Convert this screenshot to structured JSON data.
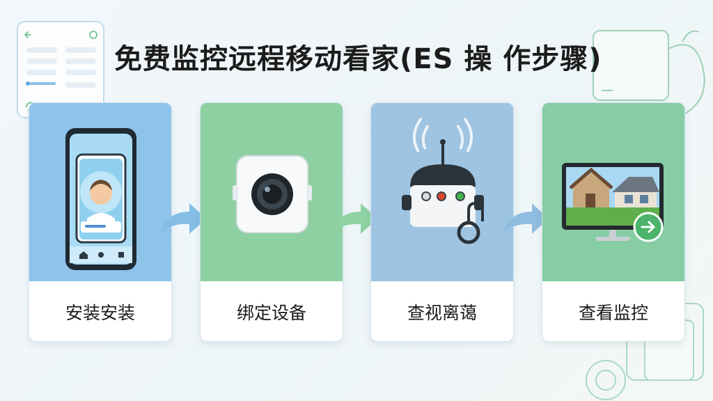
{
  "title": "免费监控远程移动看家(ES 操 作步骤)",
  "steps": [
    {
      "label": "安装安装",
      "icon": "smartphone-app-icon",
      "color": "#8ec3ea"
    },
    {
      "label": "绑定设备",
      "icon": "camera-icon",
      "color": "#8fd0a2"
    },
    {
      "label": "查视离蔼",
      "icon": "wifi-robot-camera-icon",
      "color": "#9ec4e2"
    },
    {
      "label": "查看监控",
      "icon": "monitor-house-icon",
      "color": "#86cda5"
    }
  ]
}
